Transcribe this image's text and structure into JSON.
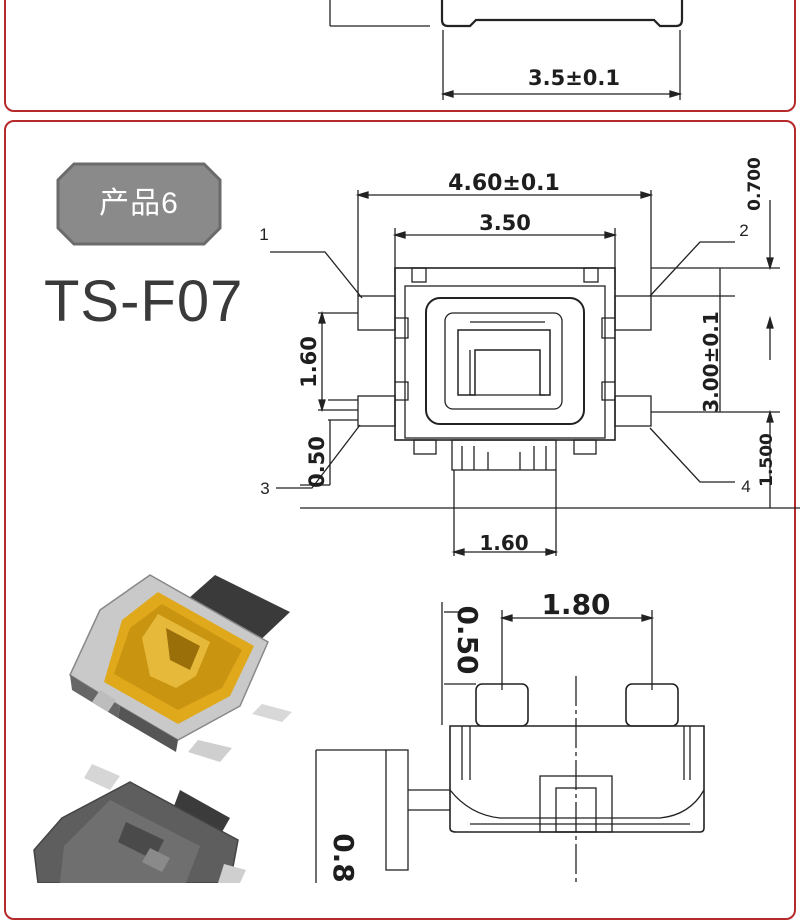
{
  "top_section": {
    "width_dim": "3.5±0.1"
  },
  "product": {
    "badge": "产品6",
    "model": "TS-F07"
  },
  "top_view": {
    "overall_width": "4.60±0.1",
    "inner_width": "3.50",
    "pin_pitch": "1.60",
    "pad_width": "0.50",
    "body_height": "3.00±0.1",
    "top_offset": "0.700",
    "side_offset": "1.500",
    "actuator_width": "1.60",
    "pin_labels": [
      "1",
      "2",
      "3",
      "4"
    ]
  },
  "side_view": {
    "actuator_spacing": "1.80",
    "actuator_height": "0.50",
    "body_height": "0.8"
  },
  "colors": {
    "frame": "#b52a2a",
    "badge_fill": "#8a8a8a",
    "line": "#222222",
    "body_gold": "#d9a514"
  }
}
